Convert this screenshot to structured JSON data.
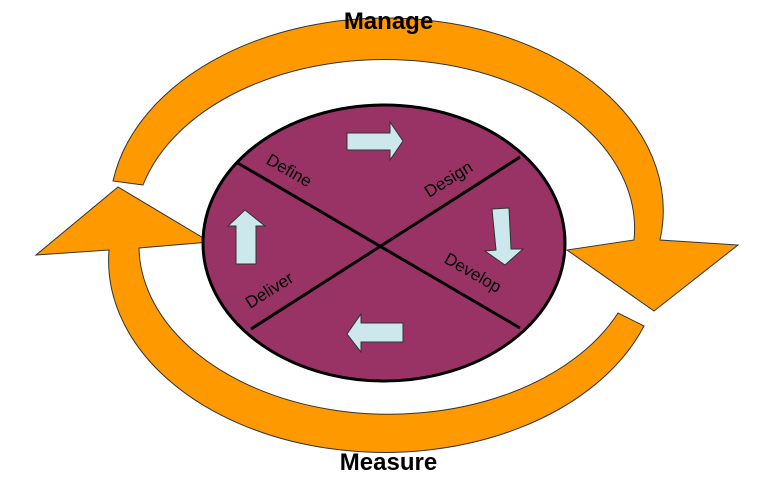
{
  "diagram": {
    "outer_cycle": {
      "top_label": "Manage",
      "bottom_label": "Measure",
      "arrow_color": "#FF9900",
      "arrows": [
        {
          "id": "manage-arrow",
          "direction": "clockwise",
          "from": "left",
          "to": "right"
        },
        {
          "id": "measure-arrow",
          "direction": "clockwise",
          "from": "right",
          "to": "left"
        }
      ]
    },
    "inner_cycle": {
      "fill_color": "#993366",
      "phases": [
        {
          "label": "Define",
          "position": "top-left"
        },
        {
          "label": "Design",
          "position": "top-right"
        },
        {
          "label": "Develop",
          "position": "bottom-right"
        },
        {
          "label": "Deliver",
          "position": "bottom-left"
        }
      ],
      "flow_arrow_color": "#CCE8EC",
      "flow_arrows": [
        {
          "direction": "right",
          "between": [
            "Define",
            "Design"
          ]
        },
        {
          "direction": "down",
          "between": [
            "Design",
            "Develop"
          ]
        },
        {
          "direction": "left",
          "between": [
            "Develop",
            "Deliver"
          ]
        },
        {
          "direction": "up",
          "between": [
            "Deliver",
            "Define"
          ]
        }
      ]
    }
  }
}
